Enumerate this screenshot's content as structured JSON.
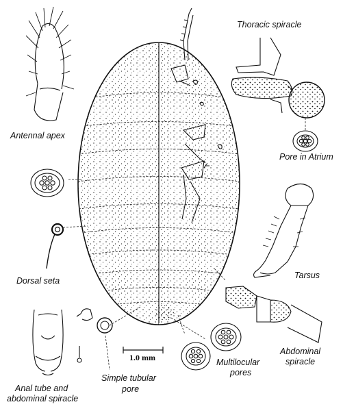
{
  "labels": {
    "thoracic_spiracle": "Thoracic spiracle",
    "antennal_apex": "Antennal apex",
    "pore_in_atrium": "Pore in Atrium",
    "tarsus": "Tarsus",
    "dorsal_seta": "Dorsal seta",
    "abdominal_spiracle_1": "Abdominal",
    "abdominal_spiracle_2": "spiracle",
    "multilocular_pores_1": "Multilocular",
    "multilocular_pores_2": "pores",
    "simple_tubular_pore_1": "Simple tubular",
    "simple_tubular_pore_2": "pore",
    "anal_tube_1": "Anal tube and",
    "anal_tube_2": "abdominal spiracle"
  },
  "scale_bar": "1.0 mm",
  "colors": {
    "ink": "#111111",
    "background": "#ffffff"
  }
}
